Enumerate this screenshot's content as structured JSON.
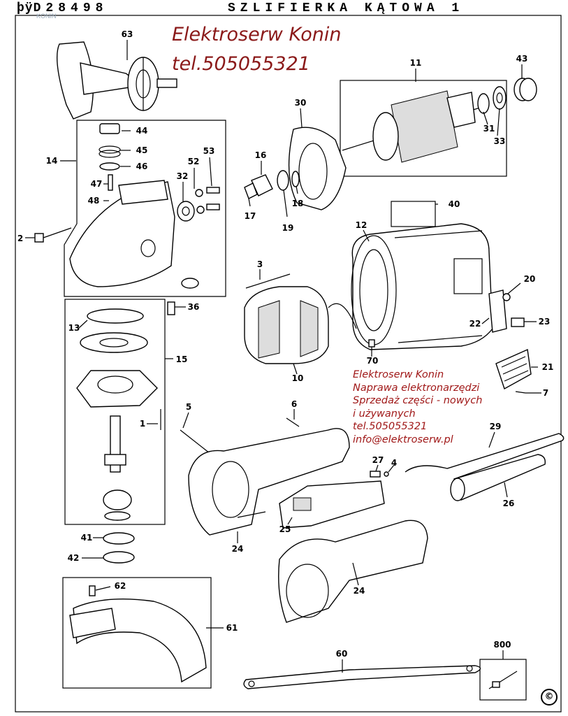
{
  "header": {
    "model_code": "D28498",
    "prefix": "þÿ",
    "title": "SZLIFIERKA KĄTOWA 1"
  },
  "watermark": "KONIN",
  "brand": {
    "name": "Elektroserw Konin",
    "phone": "tel.505055321"
  },
  "contact": {
    "lines": [
      "Elektroserw Konin",
      "Naprawa elektronarzędzi",
      "Sprzedaż części - nowych",
      "i używanych",
      "tel.505055321",
      "info@elektroserw.pl"
    ]
  },
  "callouts": [
    "63",
    "11",
    "43",
    "30",
    "31",
    "33",
    "14",
    "44",
    "45",
    "46",
    "16",
    "52",
    "53",
    "32",
    "47",
    "48",
    "18",
    "17",
    "19",
    "40",
    "2",
    "12",
    "3",
    "20",
    "36",
    "13",
    "15",
    "22",
    "23",
    "70",
    "21",
    "10",
    "7",
    "5",
    "6",
    "1",
    "29",
    "27",
    "4",
    "26",
    "25",
    "24",
    "41",
    "42",
    "62",
    "61",
    "24",
    "60",
    "800"
  ],
  "copyright_symbol": "©"
}
